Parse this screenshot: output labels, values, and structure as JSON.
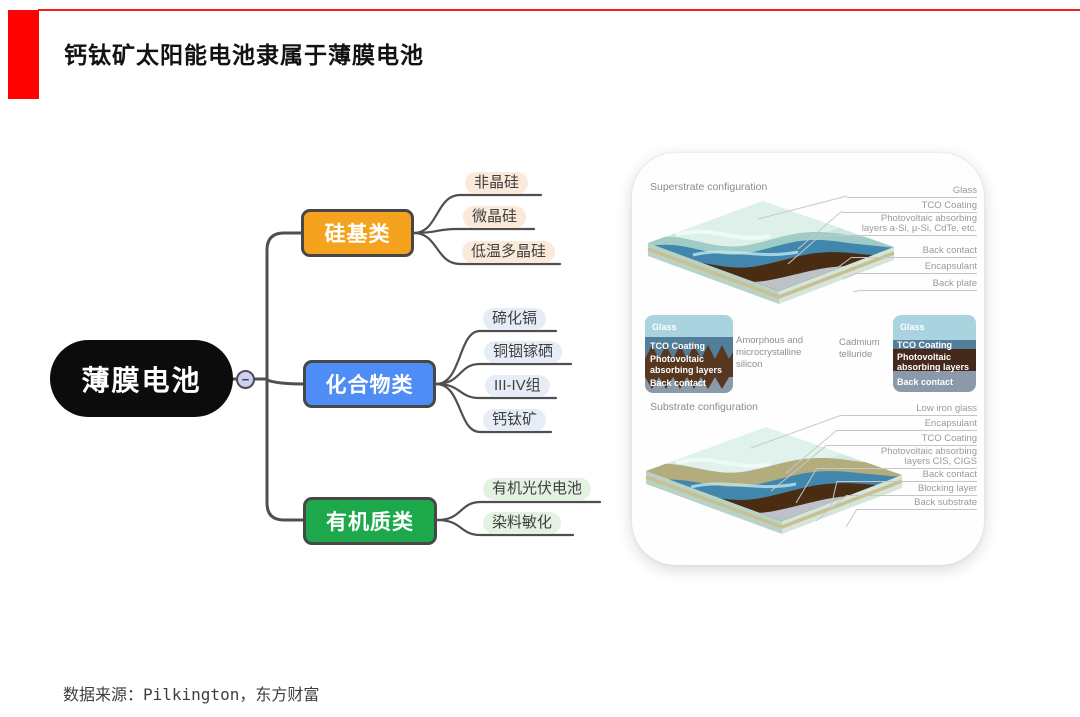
{
  "header": {
    "title": "钙钛矿太阳能电池隶属于薄膜电池"
  },
  "footer": {
    "source": "数据来源：Pilkington，东方财富"
  },
  "colors": {
    "accent_red": "#fe0101",
    "silicon": "#f5a31f",
    "compound": "#4e8cf6",
    "organic": "#1ca84b"
  },
  "mindmap": {
    "root": "薄膜电池",
    "collapse_symbol": "−",
    "branches": [
      {
        "label": "硅基类",
        "children": [
          "非晶硅",
          "微晶硅",
          "低温多晶硅"
        ]
      },
      {
        "label": "化合物类",
        "children": [
          "碲化镉",
          "铜铟镓硒",
          "III-IV组",
          "钙钛矿"
        ]
      },
      {
        "label": "有机质类",
        "children": [
          "有机光伏电池",
          "染料敏化"
        ]
      }
    ]
  },
  "diagram": {
    "superstrate": {
      "title": "Superstrate configuration",
      "labels": [
        "Glass",
        "TCO Coating",
        "Photovoltaic absorbing",
        "layers a-Si, μ-Si, CdTe, etc.",
        "Back contact",
        "Encapsulant",
        "Back plate"
      ]
    },
    "stack_cards": {
      "left": {
        "layers": [
          "Glass",
          "TCO Coating",
          "Photovoltaic",
          "absorbing layers",
          "Back contact"
        ],
        "caption": "Amorphous and microcrystalline silicon"
      },
      "right": {
        "layers": [
          "Glass",
          "TCO Coating",
          "Photovoltaic",
          "absorbing layers",
          "Back contact"
        ],
        "caption": "Cadmium telluride"
      }
    },
    "substrate": {
      "title": "Substrate configuration",
      "labels": [
        "Low iron glass",
        "Encapsulant",
        "TCO Coating",
        "Photovoltaic absorbing",
        "layers CIS, CIGS",
        "Back contact",
        "Blocking layer",
        "Back substrate"
      ]
    }
  }
}
